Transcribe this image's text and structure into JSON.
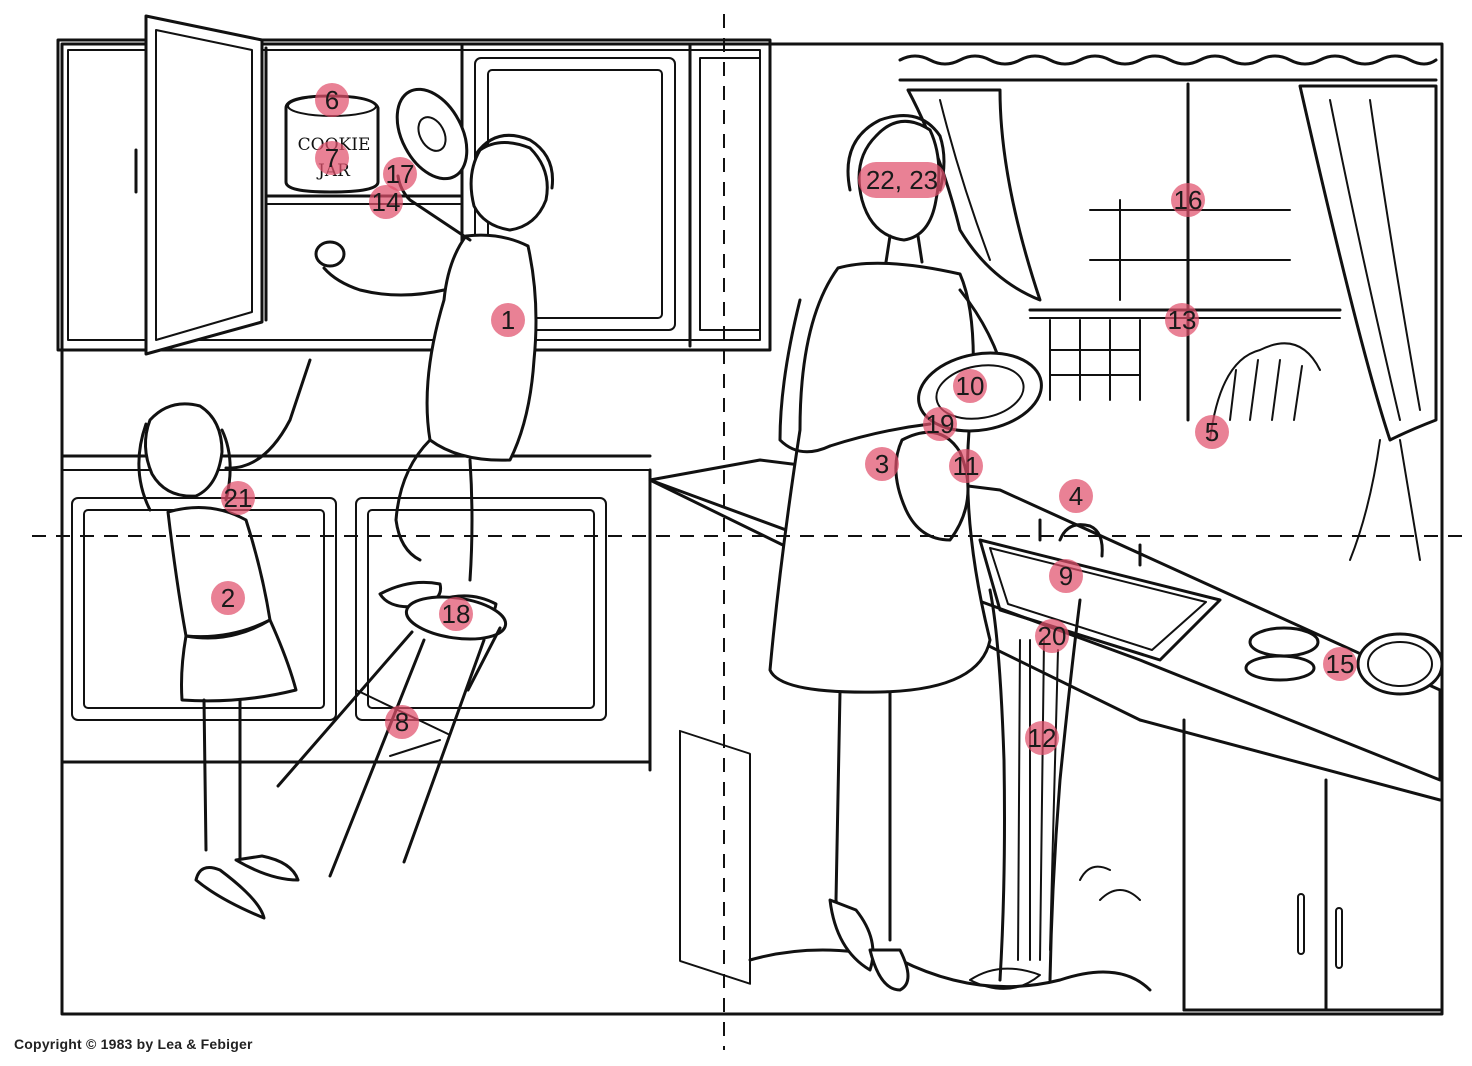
{
  "jar_label": [
    "COOKIE",
    "JAR"
  ],
  "copyright": "Copyright  © 1983 by Lea & Febiger",
  "marker_color": "#e0506c",
  "markers": [
    {
      "label": "1"
    },
    {
      "label": "2"
    },
    {
      "label": "3"
    },
    {
      "label": "4"
    },
    {
      "label": "5"
    },
    {
      "label": "6"
    },
    {
      "label": "7"
    },
    {
      "label": "8"
    },
    {
      "label": "9"
    },
    {
      "label": "10"
    },
    {
      "label": "11"
    },
    {
      "label": "12"
    },
    {
      "label": "13"
    },
    {
      "label": "14"
    },
    {
      "label": "15"
    },
    {
      "label": "16"
    },
    {
      "label": "17"
    },
    {
      "label": "18"
    },
    {
      "label": "19"
    },
    {
      "label": "20"
    },
    {
      "label": "21"
    },
    {
      "label": "22, 23"
    }
  ]
}
